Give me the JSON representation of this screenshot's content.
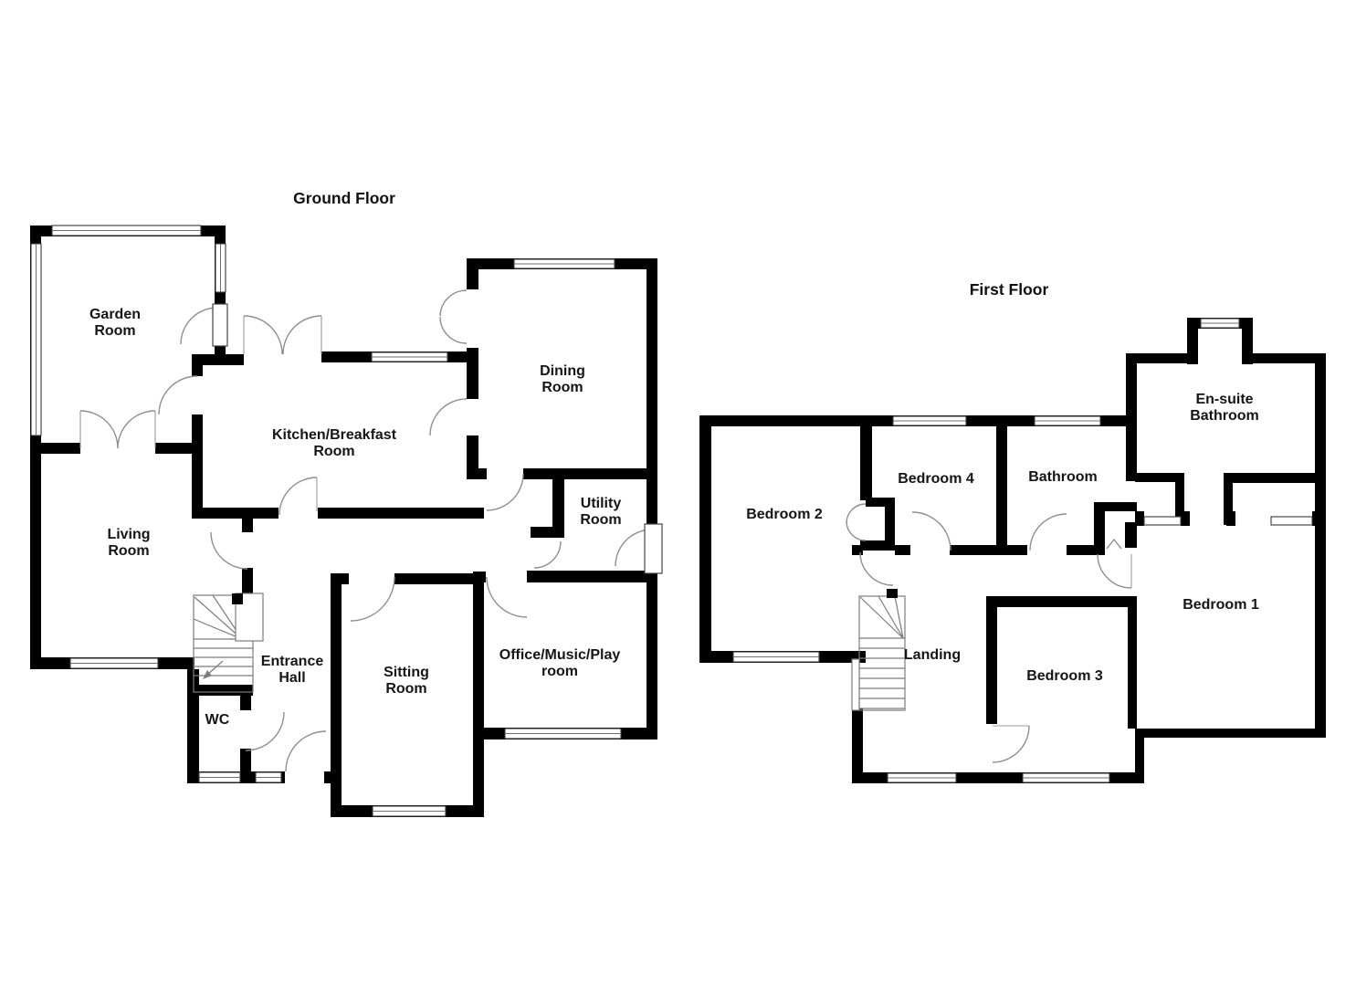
{
  "page": {
    "background": "#ffffff"
  },
  "colors": {
    "wall": "#000000",
    "door_arc": "#8f8f8f",
    "window_frame": "#3a3a3a",
    "text": "#151515"
  },
  "ground_floor": {
    "title": "Ground Floor",
    "rooms": {
      "garden_room": {
        "lines": [
          "Garden",
          "Room"
        ]
      },
      "kitchen_breakfast_room": {
        "lines": [
          "Kitchen/Breakfast",
          "Room"
        ]
      },
      "living_room": {
        "lines": [
          "Living",
          "Room"
        ]
      },
      "dining_room": {
        "lines": [
          "Dining",
          "Room"
        ]
      },
      "utility_room": {
        "lines": [
          "Utility",
          "Room"
        ]
      },
      "entrance_hall": {
        "lines": [
          "Entrance",
          "Hall"
        ]
      },
      "sitting_room": {
        "lines": [
          "Sitting",
          "Room"
        ]
      },
      "office_music_play_room": {
        "lines": [
          "Office/Music/Play",
          "room"
        ]
      },
      "wc": {
        "lines": [
          "WC"
        ]
      }
    }
  },
  "first_floor": {
    "title": "First Floor",
    "rooms": {
      "bedroom_2": {
        "lines": [
          "Bedroom 2"
        ]
      },
      "bedroom_4": {
        "lines": [
          "Bedroom 4"
        ]
      },
      "bathroom": {
        "lines": [
          "Bathroom"
        ]
      },
      "ensuite_bathroom": {
        "lines": [
          "En-suite",
          "Bathroom"
        ]
      },
      "bedroom_1": {
        "lines": [
          "Bedroom 1"
        ]
      },
      "bedroom_3": {
        "lines": [
          "Bedroom 3"
        ]
      },
      "landing": {
        "lines": [
          "Landing"
        ]
      }
    }
  }
}
